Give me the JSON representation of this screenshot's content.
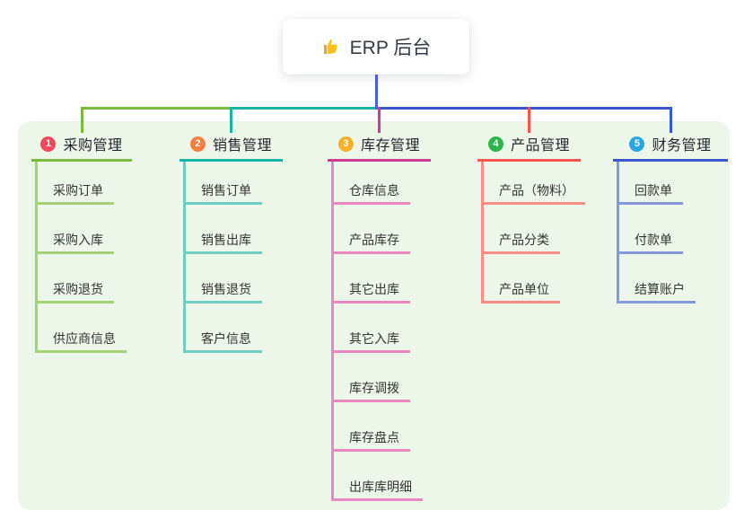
{
  "root": {
    "label": "ERP 后台",
    "icon": "thumbs-up-icon"
  },
  "branches": [
    {
      "badge": "1",
      "title": "采购管理",
      "color": "#7cb93f",
      "child_color": "#a3d178",
      "badge_color": "#f8465c",
      "children": [
        "采购订单",
        "采购入库",
        "采购退货",
        "供应商信息"
      ]
    },
    {
      "badge": "2",
      "title": "销售管理",
      "color": "#17b3a6",
      "child_color": "#6fcdc4",
      "badge_color": "#f97d3d",
      "children": [
        "销售订单",
        "销售出库",
        "销售退货",
        "客户信息"
      ]
    },
    {
      "badge": "3",
      "title": "库存管理",
      "color": "#d23b92",
      "child_color": "#ea86c0",
      "badge_color": "#fbb029",
      "children": [
        "仓库信息",
        "产品库存",
        "其它出库",
        "其它入库",
        "库存调拨",
        "库存盘点",
        "出库库明细"
      ]
    },
    {
      "badge": "4",
      "title": "产品管理",
      "color": "#f2564e",
      "child_color": "#f88d85",
      "badge_color": "#2db54d",
      "children": [
        "产品（物料）",
        "产品分类",
        "产品单位"
      ]
    },
    {
      "badge": "5",
      "title": "财务管理",
      "color": "#3b57ce",
      "child_color": "#8499da",
      "badge_color": "#29a6e0",
      "children": [
        "回款单",
        "付款单",
        "结算账户"
      ]
    }
  ],
  "colors": {
    "canvas_bg": "#edf7e9",
    "root_line": "#4b5fd3",
    "card_bg": "#ffffff",
    "title_text": "#23272e",
    "child_text": "#343434",
    "thumb_hand": "#fcc21b",
    "thumb_cuff": "#e8a33d"
  }
}
